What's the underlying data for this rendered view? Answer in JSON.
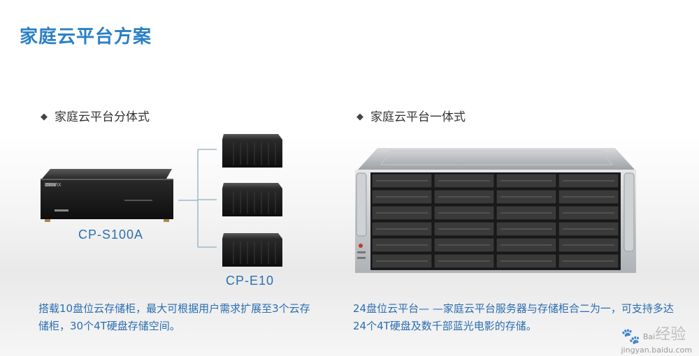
{
  "title": "家庭云平台方案",
  "left_section": {
    "bullet": "◆",
    "heading": "家庭云平台分体式",
    "main_unit": {
      "brand": "ZEN/IX",
      "model": "CP-S100A"
    },
    "expansion_unit": {
      "model": "CP-E10"
    },
    "description": "搭载10盘位云存储柜，最大可根据用户需求扩展至3个云存储柜，30个4T硬盘存储空间。"
  },
  "right_section": {
    "bullet": "◆",
    "heading": "家庭云平台一体式",
    "description": "24盘位云平台— —家庭云平台服务器与存储柜合二为一，可支持多达24个4T硬盘及数千部蓝光电影的存储。"
  },
  "watermark": {
    "text": "Bai",
    "sub": "jingyan.baidu.com",
    "cn": "经验"
  },
  "colors": {
    "title": "#2a7fc6",
    "caption": "#2c6fb1",
    "description": "#2a6db0"
  }
}
